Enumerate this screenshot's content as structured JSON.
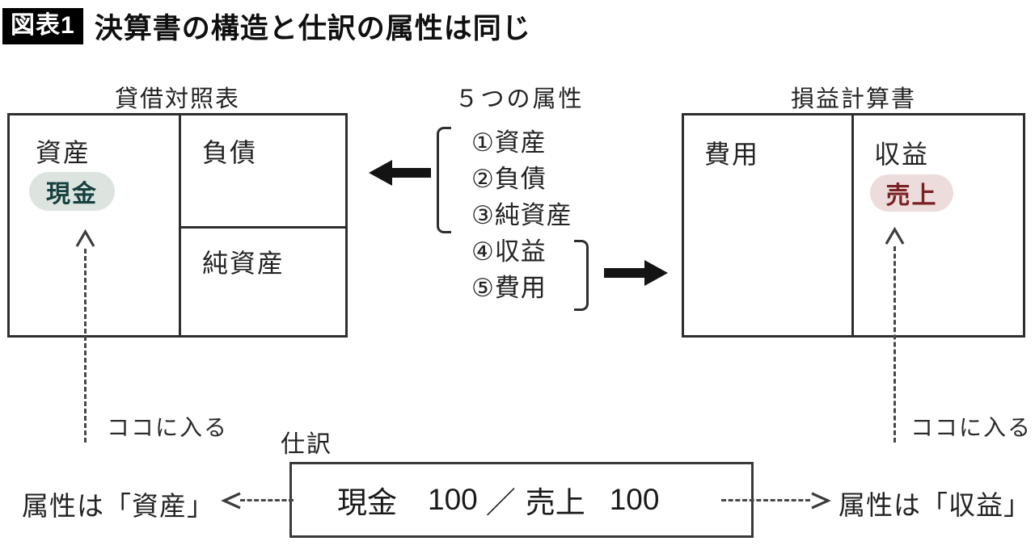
{
  "figure": {
    "badge": "図表1",
    "title": "決算書の構造と仕訳の属性は同じ"
  },
  "balance_sheet": {
    "title": "貸借対照表",
    "assets_label": "資産",
    "cash_tag": "現金",
    "liabilities_label": "負債",
    "net_assets_label": "純資産"
  },
  "attributes": {
    "title": "５つの属性",
    "items": [
      "①資産",
      "②負債",
      "③純資産",
      "④収益",
      "⑤費用"
    ]
  },
  "income_statement": {
    "title": "損益計算書",
    "expenses_label": "費用",
    "revenue_label": "収益",
    "sales_tag": "売上"
  },
  "journal": {
    "label": "仕訳",
    "debit_account": "現金",
    "debit_amount": "100",
    "separator": "／",
    "credit_account": "売上",
    "credit_amount": "100"
  },
  "annotations": {
    "enter_here_left": "ココに入る",
    "enter_here_right": "ココに入る",
    "attr_is_asset": "属性は「資産」",
    "attr_is_revenue": "属性は「収益」"
  },
  "colors": {
    "cash_tag_bg": "#dde4e0",
    "cash_tag_text": "#16413f",
    "sales_tag_bg": "#ecdcdb",
    "sales_tag_text": "#7b2125",
    "line": "#2e2e2e"
  }
}
